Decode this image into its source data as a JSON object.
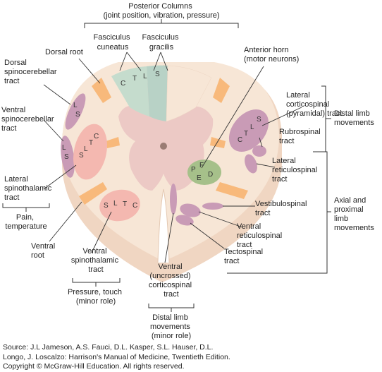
{
  "labels": {
    "posterior_columns": [
      "Posterior Columns",
      "(joint position, vibration, pressure)"
    ],
    "fasciculus_cuneatus": [
      "Fasciculus",
      "cuneatus"
    ],
    "fasciculus_gracilis": [
      "Fasciculus",
      "gracilis"
    ],
    "dorsal_root": [
      "Dorsal root"
    ],
    "dorsal_spinocerebellar": [
      "Dorsal",
      "spinocerebellar",
      "tract"
    ],
    "ventral_spinocerebellar": [
      "Ventral",
      "spinocerebellar",
      "tract"
    ],
    "lateral_spinothalamic": [
      "Lateral",
      "spinothalamic",
      "tract"
    ],
    "pain_temperature": [
      "Pain,",
      "temperature"
    ],
    "ventral_root": [
      "Ventral",
      "root"
    ],
    "ventral_spinothalamic": [
      "Ventral",
      "spinothalamic",
      "tract"
    ],
    "pressure_touch": [
      "Pressure, touch",
      "(minor role)"
    ],
    "ventral_corticospinal": [
      "Ventral",
      "(uncrossed)",
      "corticospinal",
      "tract"
    ],
    "distal_minor": [
      "Distal limb",
      "movements",
      "(minor role)"
    ],
    "anterior_horn": [
      "Anterior horn",
      "(motor neurons)"
    ],
    "lateral_corticospinal": [
      "Lateral",
      "corticospinal",
      "(pyramidal) tract"
    ],
    "distal_limb": [
      "Distal limb",
      "movements"
    ],
    "rubrospinal": [
      "Rubrospinal",
      "tract"
    ],
    "lateral_reticulospinal": [
      "Lateral",
      "reticulospinal",
      "tract"
    ],
    "vestibulospinal": [
      "Vestibulospinal",
      "tract"
    ],
    "ventral_reticulospinal": [
      "Ventral",
      "reticulospinal",
      "tract"
    ],
    "tectospinal": [
      "Tectospinal",
      "tract"
    ],
    "axial_proximal": [
      "Axial and",
      "proximal",
      "limb",
      "movements"
    ]
  },
  "tract_letters": {
    "cuneatus": [
      "C",
      "T"
    ],
    "gracilis": [
      "L",
      "S"
    ],
    "dorsal_sc": [
      "L",
      "S"
    ],
    "ventral_sc": [
      "L",
      "S"
    ],
    "lateral_st": [
      "S",
      "L",
      "T",
      "C"
    ],
    "ventral_st": [
      "S",
      "L",
      "T",
      "C"
    ],
    "lateral_cs": [
      "C",
      "T",
      "L",
      "S"
    ],
    "anterior_horn": [
      "P",
      "F",
      "E",
      "D"
    ]
  },
  "caption": [
    "Source: J.L Jameson, A.S. Fauci, D.L. Kasper, S.L. Hauser, D.L.",
    "Longo, J. Loscalzo: Harrison's Manual of Medicine, Twentieth Edition.",
    "Copyright © McGraw-Hill Education. All rights reserved."
  ],
  "colors": {
    "white_matter": "#f7e6d6",
    "white_matter_edge": "#f0d6c2",
    "gray_matter": "#ecc9c5",
    "root_entry": "#f8b97b",
    "posterior_column": "#c5dccd",
    "sensory_tract": "#f4b8b0",
    "motor_tract": "#c99bb6",
    "anterior_horn": "#a6c08a"
  }
}
